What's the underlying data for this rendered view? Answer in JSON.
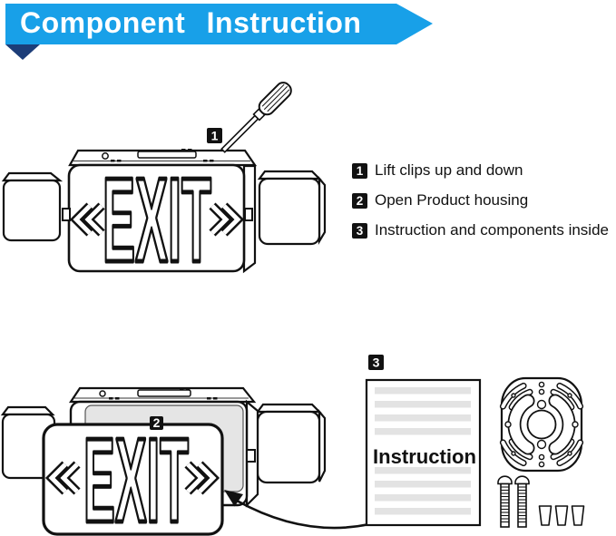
{
  "banner": {
    "title": "Component Instruction"
  },
  "steps": [
    {
      "num": "1",
      "label": "Lift clips up and down"
    },
    {
      "num": "2",
      "label": "Open Product housing"
    },
    {
      "num": "3",
      "label": "Instruction and components inside"
    }
  ],
  "sign": {
    "text": "EXIT"
  },
  "paper": {
    "label": "Instruction"
  },
  "colors": {
    "banner_blue": "#18A0E8",
    "banner_fold": "#1C3D78",
    "line_black": "#111111",
    "interior_gray": "#E5E5E5",
    "paper_bar_gray": "#E3E3E3"
  }
}
